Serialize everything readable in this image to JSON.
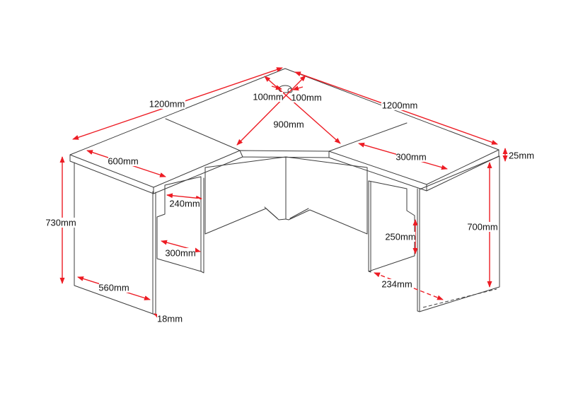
{
  "drawing": {
    "type": "isometric-technical-drawing",
    "subject": "L-shaped corner desk with dimension annotations",
    "unit": "mm",
    "colors": {
      "background": "#ffffff",
      "outline": "#3d3d3d",
      "dimension_red": "#ed1c24",
      "label_text": "#111111"
    },
    "dims": {
      "top_left_edge": "1200mm",
      "top_right_edge": "1200mm",
      "grommet_left_offset": "100mm",
      "grommet_right_offset": "100mm",
      "corner_span": "900mm",
      "left_top_depth": "600mm",
      "right_top_depth": "300mm",
      "top_thickness": "25mm",
      "right_panel_height": "700mm",
      "overall_height": "730mm",
      "left_support_upper_depth": "240mm",
      "left_support_lower_depth": "300mm",
      "left_panel_depth": "560mm",
      "panel_thickness": "18mm",
      "right_support_height": "250mm",
      "right_panel_bottom_depth": "234mm"
    }
  }
}
